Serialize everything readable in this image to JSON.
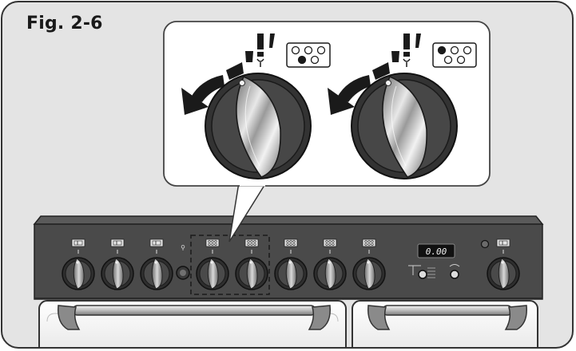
{
  "figure": {
    "label": "Fig. 2-6"
  },
  "timer": {
    "display": "0.00"
  },
  "zoom_knobs": [
    {
      "name": "zoom-knob-left",
      "icon": "rear-left-burner-icon"
    },
    {
      "name": "zoom-knob-right",
      "icon": "front-left-burner-icon"
    }
  ],
  "panel_knobs": [
    {
      "name": "panel-knob-1",
      "icon": "oven-top-element-icon"
    },
    {
      "name": "panel-knob-2",
      "icon": "oven-grill-icon"
    },
    {
      "name": "panel-knob-3",
      "icon": "oven-element-icon"
    },
    {
      "name": "panel-knob-4",
      "icon": "hob-burner-icon"
    },
    {
      "name": "panel-knob-5",
      "icon": "hob-burner-icon"
    },
    {
      "name": "panel-knob-6",
      "icon": "hob-burner-icon"
    },
    {
      "name": "panel-knob-7",
      "icon": "hob-burner-icon"
    },
    {
      "name": "panel-knob-8",
      "icon": "hob-burner-icon"
    },
    {
      "name": "panel-knob-9",
      "icon": "oven-grill-icon"
    }
  ],
  "colors": {
    "panel": "#4a4a4a",
    "knob_ring": "#333333",
    "knob_grip": "#9a9a9a",
    "background": "#e4e4e4"
  }
}
